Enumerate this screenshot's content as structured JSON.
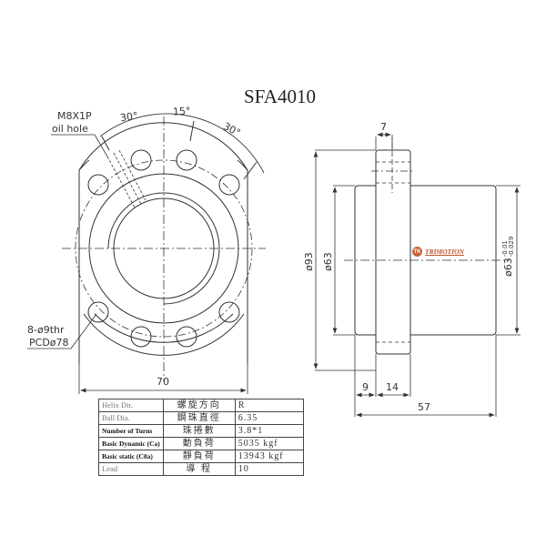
{
  "title": "SFA4010",
  "front_view": {
    "angle_labels": [
      "30°",
      "15°",
      "30°"
    ],
    "oil_hole": {
      "line1": "M8X1P",
      "line2": "oil hole"
    },
    "bolt_holes": {
      "line1": "8-ø9thr",
      "line2": "PCDø78"
    },
    "width_dim": "70"
  },
  "side_view": {
    "flange_thickness": "7",
    "flange_dia": "ø93",
    "body_dia": "ø63",
    "fit_dia": "ø63",
    "fit_tol_upper": "-0.01",
    "fit_tol_lower": "-0.029",
    "offset_dim": "9",
    "flange_width": "14",
    "total_length": "57"
  },
  "logo": {
    "badge": "TK",
    "text": "TRIMOTION"
  },
  "colors": {
    "line": "#333333",
    "logo": "#c0522a"
  },
  "spec_table": {
    "rows": [
      {
        "en": "Helix Dir.",
        "cn": "螺旋方向",
        "value": "R",
        "bold": false
      },
      {
        "en": "Ball Dia.",
        "cn": "鋼珠直徑",
        "value": "6.35",
        "bold": false
      },
      {
        "en": "Number of Turns",
        "cn": "珠捲數",
        "value": "3.8*1",
        "bold": true
      },
      {
        "en": "Basic Dynamic (Ca)",
        "cn": "動負荷",
        "value": "5035 kgf",
        "bold": true
      },
      {
        "en": "Basic static (C0a)",
        "cn": "靜負荷",
        "value": "13943 kgf",
        "bold": true
      },
      {
        "en": "Lead",
        "cn": "導 程",
        "value": "10",
        "bold": false
      }
    ]
  }
}
